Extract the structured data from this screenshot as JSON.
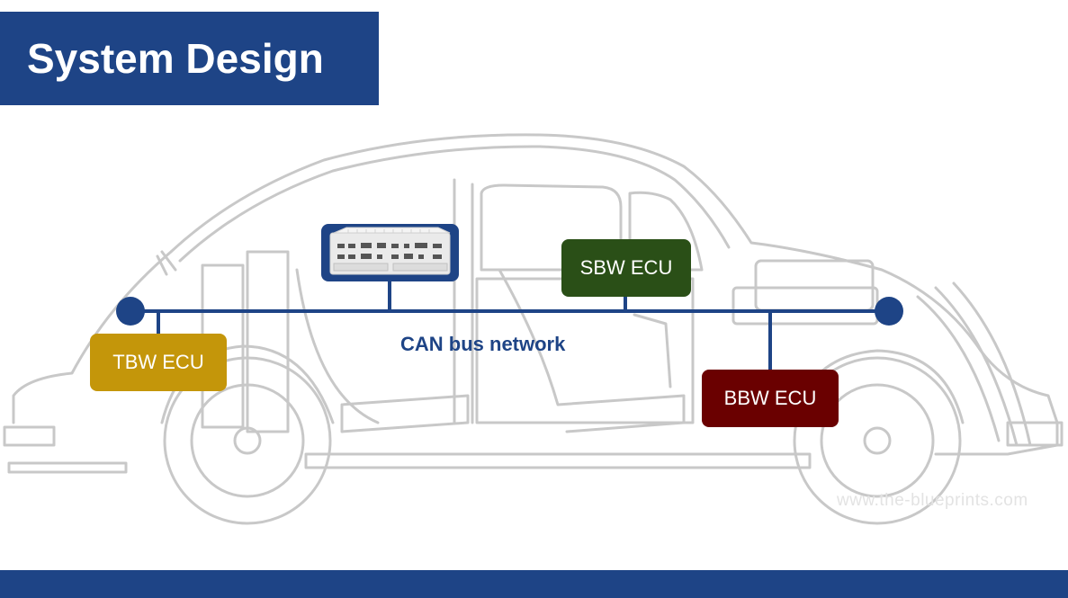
{
  "title": "System Design",
  "bus_label": "CAN bus network",
  "watermark": "www.the-blueprints.com",
  "colors": {
    "brand_blue": "#1e4486",
    "tbw": "#c4960a",
    "sbw": "#2a4f17",
    "bbw": "#6a0000",
    "car_outline": "#c8c8c8"
  },
  "nodes": [
    {
      "id": "tbw",
      "label": "TBW ECU",
      "color": "#c4960a"
    },
    {
      "id": "sbw",
      "label": "SBW ECU",
      "color": "#2a4f17"
    },
    {
      "id": "bbw",
      "label": "BBW ECU",
      "color": "#6a0000"
    },
    {
      "id": "computer",
      "label": "",
      "icon": "industrial-pc-icon"
    }
  ]
}
